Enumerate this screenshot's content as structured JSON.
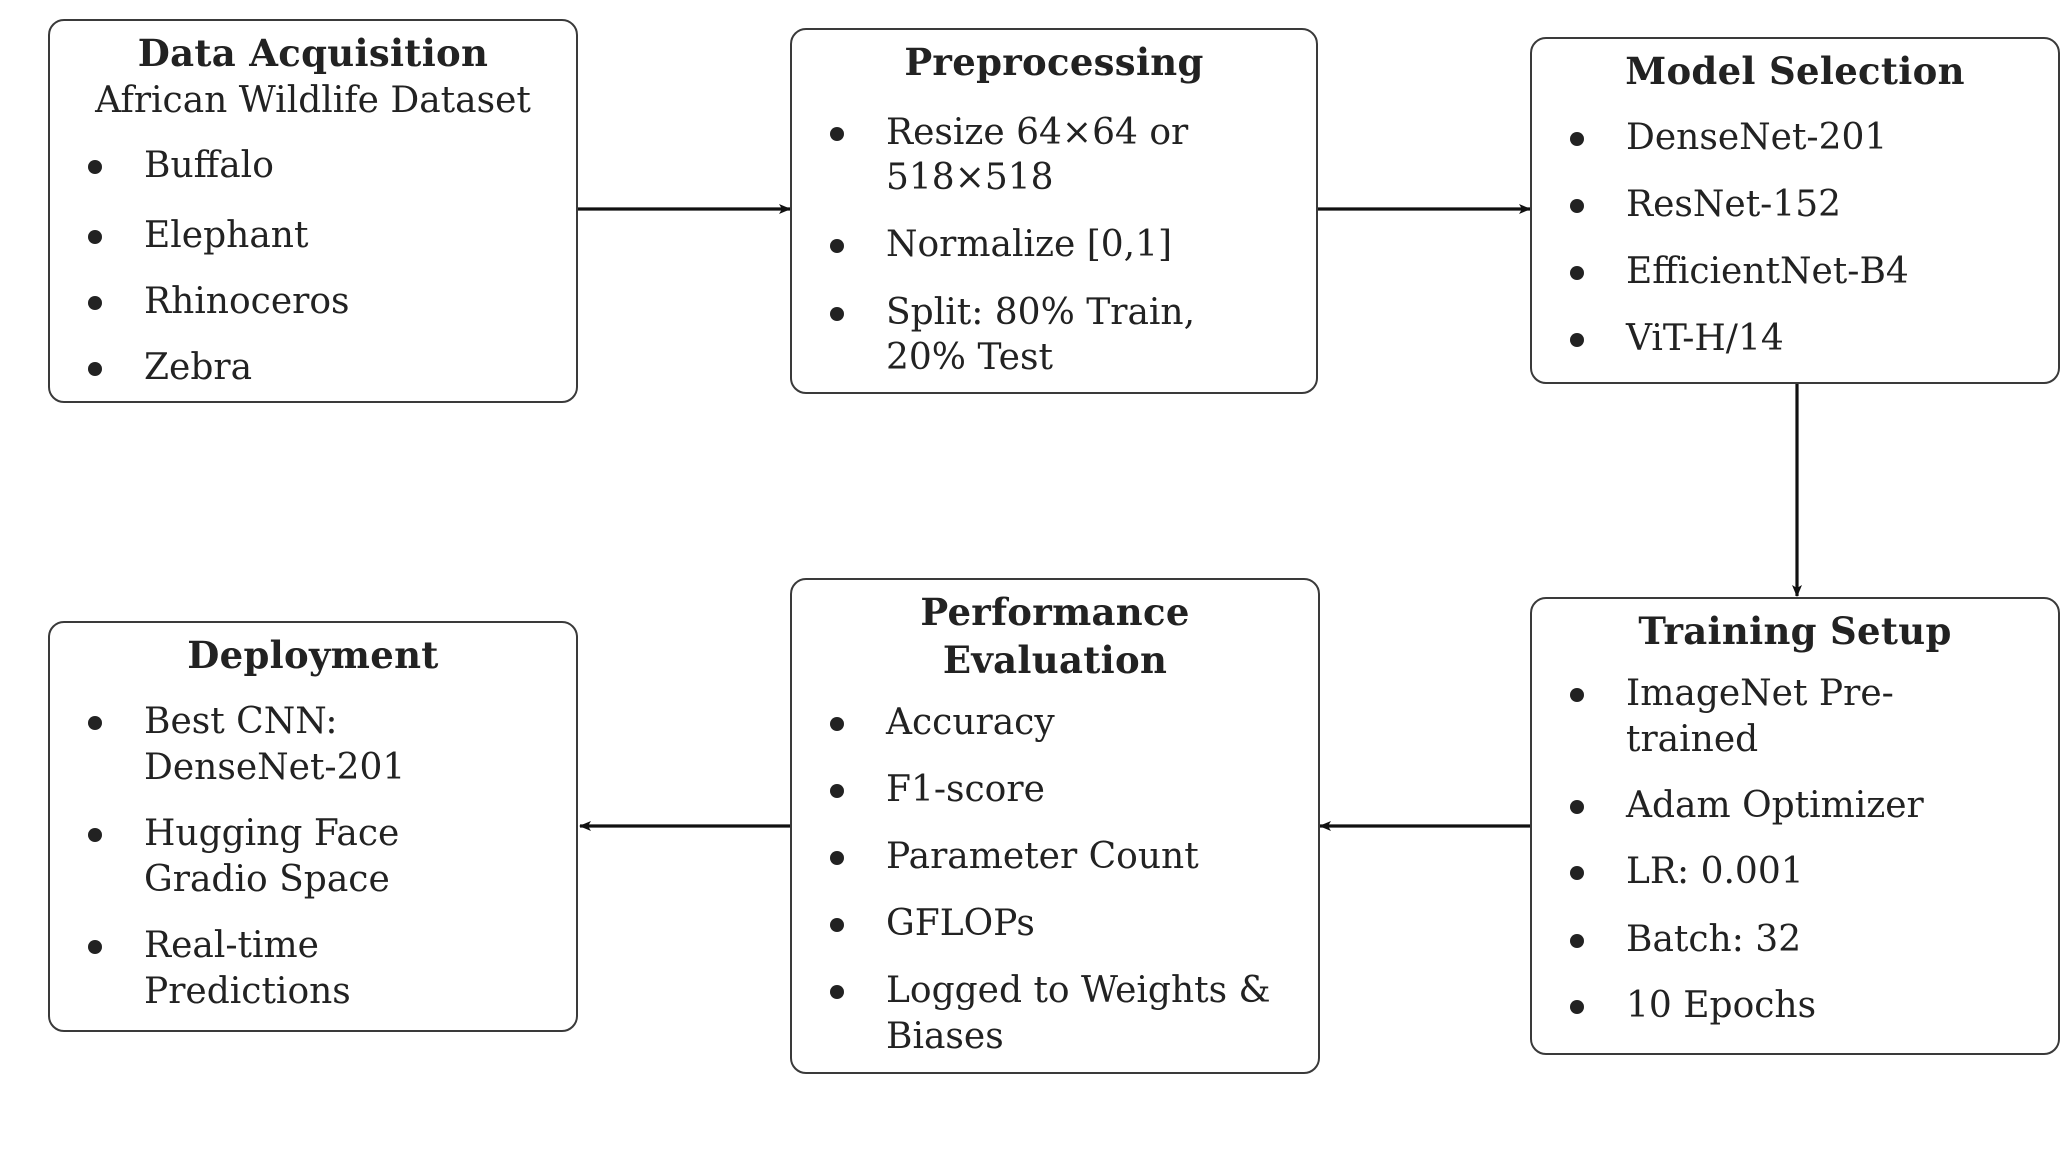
{
  "boxes": {
    "data_acquisition": {
      "title": "Data Acquisition",
      "subtitle": "African Wildlife Dataset",
      "items": [
        "Buffalo",
        "Elephant",
        "Rhinoceros",
        "Zebra"
      ]
    },
    "preprocessing": {
      "title": "Preprocessing",
      "items": [
        "Resize 64×64 or 518×518",
        "Normalize [0,1]",
        "Split: 80% Train, 20% Test"
      ]
    },
    "model_selection": {
      "title": "Model Selection",
      "items": [
        "DenseNet-201",
        "ResNet-152",
        "EfficientNet-B4",
        "ViT-H/14"
      ]
    },
    "training_setup": {
      "title": "Training Setup",
      "items": [
        "ImageNet Pre-trained",
        "Adam Optimizer",
        "LR: 0.001",
        "Batch: 32",
        "10 Epochs"
      ]
    },
    "performance_evaluation": {
      "title_line1": "Performance",
      "title_line2": "Evaluation",
      "items": [
        "Accuracy",
        "F1-score",
        "Parameter Count",
        "GFLOPs",
        "Logged to Weights & Biases"
      ]
    },
    "deployment": {
      "title": "Deployment",
      "items": [
        "Best CNN: DenseNet-201",
        "Hugging Face Gradio Space",
        "Real-time Predictions"
      ]
    }
  },
  "colors": {
    "border": "#3a3a3a",
    "text": "#222222",
    "arrow": "#111111"
  }
}
